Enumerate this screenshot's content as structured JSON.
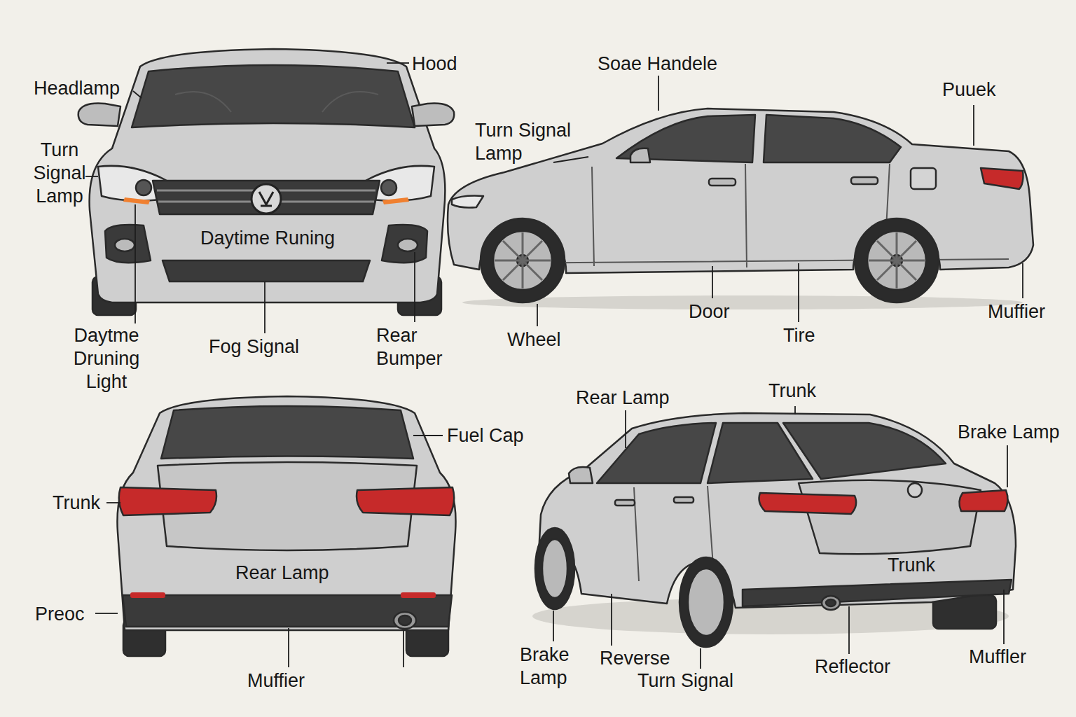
{
  "diagram": {
    "labels": [
      "Headlamp",
      "Hood",
      "Turn Signal Lamp",
      "Daytime Runing",
      "Daytme Druning Light",
      "Fog Signal",
      "Rear Bumper",
      "Soae Handele",
      "Turn Signal Lamp",
      "Puuek",
      "Wheel",
      "Door",
      "Tire",
      "Muffier",
      "Fuel Cap",
      "Trunk",
      "Rear Lamp",
      "Preoc",
      "Muffier",
      "Rear Lamp",
      "Trunk",
      "Brake Lamp",
      "Trunk",
      "Brake Lamp",
      "Reverse",
      "Turn Signal",
      "Reflector",
      "Muffler"
    ]
  }
}
